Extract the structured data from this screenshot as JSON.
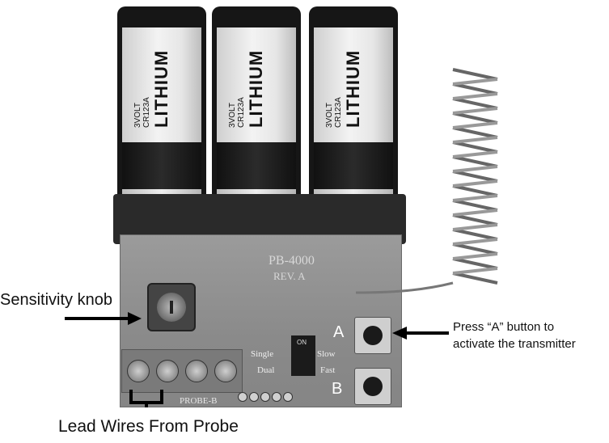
{
  "annotations": {
    "sensitivity": "Sensitivity knob",
    "lead_wires": "Lead Wires From Probe",
    "press_a_line1": "Press “A” button to",
    "press_a_line2": "activate the transmitter",
    "button_a": "A",
    "button_b": "B"
  },
  "battery": {
    "volt": "3VOLT",
    "model": "CR123A",
    "brand": "LITHIUM"
  },
  "board": {
    "model": "PB-4000",
    "rev": "REV. A",
    "probe": "PROBE-B",
    "single": "Single",
    "dual": "Dual",
    "slow": "Slow",
    "fast": "Fast",
    "on": "ON"
  },
  "colors": {
    "board": "#8f8f8f",
    "battery_label": "#ececec",
    "battery_body": "#161616",
    "annotation_text": "#111111"
  }
}
